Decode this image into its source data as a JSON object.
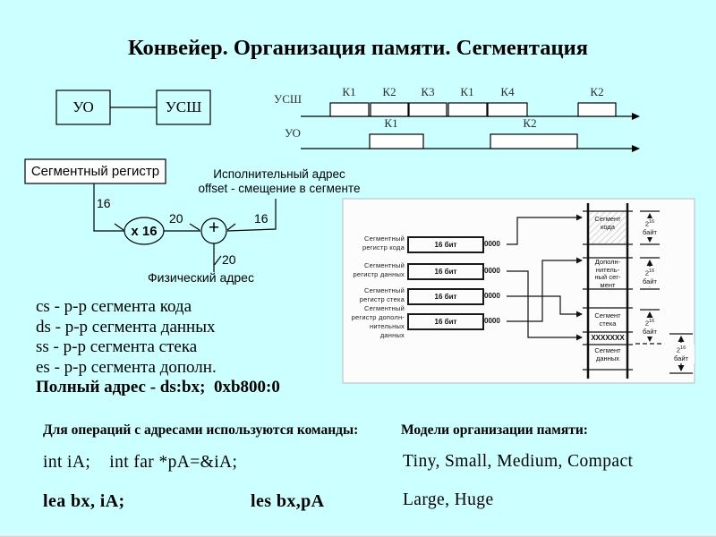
{
  "title": "Конвейер. Организация памяти. Сегментация",
  "colors": {
    "background": "#ccffff",
    "ink": "#000000",
    "scan_bg": "#fcfcfc"
  },
  "block_diagram": {
    "uo_label": "УО",
    "ush_label": "УСШ"
  },
  "timing": {
    "row1_label": "УСШ",
    "row2_label": "УО",
    "row1_boxes": [
      "К1",
      "К2",
      "К3",
      "К1",
      "К4",
      "К2"
    ],
    "row2_boxes": [
      "К1",
      "К2"
    ]
  },
  "address_calc": {
    "seg_reg_label": "Сегментный регистр",
    "bits_from_reg": "16",
    "mul_label": "х 16",
    "bits_after_mul": "20",
    "plus_label": "+",
    "bits_offset": "16",
    "bits_result": "20",
    "exec_addr_line1": "Исполнительный адрес",
    "exec_addr_line2": "offset - смещение в сегменте",
    "phys_addr_label": "Физический адрес"
  },
  "scan": {
    "registers": [
      {
        "lines": [
          "Сегментный",
          "регистр кода"
        ],
        "width": "16 бит",
        "value": "0000"
      },
      {
        "lines": [
          "Сегментный",
          "регистр данных"
        ],
        "width": "16 бит",
        "value": "0000"
      },
      {
        "lines": [
          "Сегментный",
          "регистр стека"
        ],
        "width": "16 бит",
        "value": "0000"
      },
      {
        "lines": [
          "Сегментный",
          "регистр дополн-",
          "нительных",
          "данных"
        ],
        "width": "16 бит",
        "value": "0000"
      }
    ],
    "segments": {
      "code": [
        "Сегмент",
        "кода"
      ],
      "extra": [
        "Дополн-",
        "нитель-",
        "ный сег-",
        "мент"
      ],
      "stack": [
        "Сегмент",
        "стека"
      ],
      "xrow": "ХХХХХХХ",
      "data": [
        "Сегмент",
        "данных"
      ]
    },
    "bracket": {
      "base": "2",
      "sup": "16",
      "unit": "байт"
    }
  },
  "seg_desc": {
    "lines": [
      "cs - р-р сегмента кода",
      "ds - р-р сегмента данных",
      "ss - р-р сегмента стека",
      "es - р-р сегмента дополн."
    ],
    "full_address": "Полный адрес - ds:bx;  0xb800:0"
  },
  "commands": {
    "heading": "Для операций с адресами используются команды:",
    "decl_line": "int iA;    int far *pA=&iA;",
    "lea": "lea bx, iA;",
    "les": "les bx,pA"
  },
  "models": {
    "heading": "Модели организации памяти:",
    "line1": "Tiny, Small, Medium, Compact",
    "line2": "Large, Huge"
  }
}
